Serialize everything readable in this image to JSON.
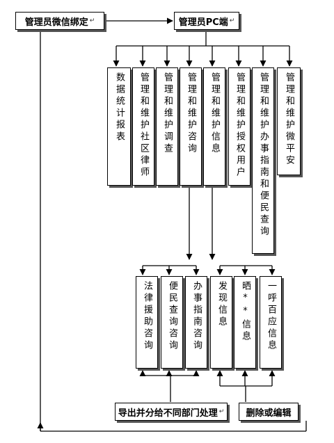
{
  "top": {
    "wechat_bind": "管理员微信绑定",
    "pc_end": "管理员PC端"
  },
  "modules": [
    "数据统计报表",
    "管理和维护社区律师",
    "管理和维护调查",
    "管理和维护咨询",
    "管理和维护信息",
    "管理和维护授权用户",
    "管理和维护办事指南和便民查询",
    "管理和维护微平安"
  ],
  "consult": [
    "法律援助咨询",
    "便民查询咨询",
    "办事指南咨询"
  ],
  "info": [
    "发现信息",
    "晒**信息",
    "一呼百应信息"
  ],
  "actions": {
    "export": "导出并分给不同部门处理",
    "delete_edit": "删除或编辑"
  },
  "para_mark": "↵"
}
